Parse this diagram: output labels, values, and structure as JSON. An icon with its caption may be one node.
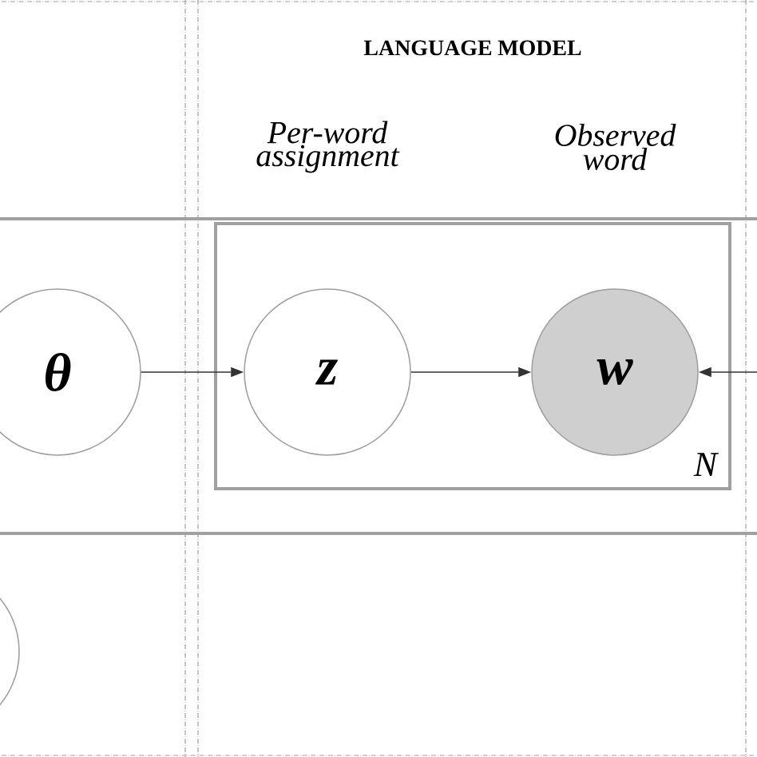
{
  "diagram": {
    "nodes": [
      {
        "text": [
          "θ"
        ]
      },
      {
        "text": [
          "N"
        ]
      },
      {
        "text": [
          "z"
        ],
        "in": 1
      },
      {
        "text": [
          "w"
        ],
        "in": 1
      },
      {
        "text": [],
        "shape": "circle"
      }
    ],
    "edges": [
      {
        "from": 0,
        "to": 2,
        "arrow": "to"
      },
      {
        "from": 2,
        "to": 3,
        "arrow": "to"
      },
      {
        "from": null,
        "to": 3,
        "arrow": "to"
      }
    ],
    "labels": [
      "LANGUAGE MODEL",
      "Per-word assignment",
      "Observed word"
    ]
  }
}
